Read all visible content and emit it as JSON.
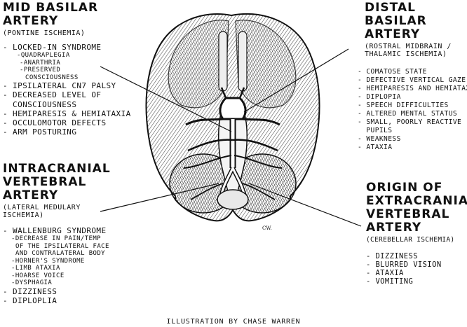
{
  "mid_basilar": {
    "title_line1": "MID BASILAR",
    "title_line2": "ARTERY",
    "subtitle": "(PONTINE ISCHEMIA)",
    "items": [
      "- LOCKED-IN SYNDROME",
      "-QUADRAPLEGIA",
      "-ANARTHRIA",
      "-PRESERVED",
      "CONSCIOUSNESS",
      "- IPSILATERAL CN7 PALSY",
      "- DECREASED LEVEL OF",
      "  CONSCIOUSNESS",
      "- HEMIPARESIS & HEMIATAXIA",
      "- OCCULOMOTOR DEFECTS",
      "- ARM POSTURING"
    ]
  },
  "distal_basilar": {
    "title_line1": "DISTAL BASILAR",
    "title_line2": "ARTERY",
    "subtitle_line1": "(ROSTRAL MIDBRAIN /",
    "subtitle_line2": "THALAMIC ISCHEMIA)",
    "items": [
      "- COMATOSE STATE",
      "- DEFECTIVE VERTICAL GAZE",
      "- HEMIPARESIS AND HEMIATAXIA",
      "- DIPLOPIA",
      "- SPEECH DIFFICULTIES",
      "- ALTERED MENTAL STATUS",
      "- SMALL, POORLY REACTIVE",
      "  PUPILS",
      "- WEAKNESS",
      "- ATAXIA"
    ]
  },
  "intracranial_vertebral": {
    "title_line1": "INTRACRANIAL",
    "title_line2": "VERTEBRAL",
    "title_line3": "ARTERY",
    "subtitle_line1": "(LATERAL MEDULARY",
    "subtitle_line2": "ISCHEMIA)",
    "items": [
      "- WALLENBURG SYNDROME",
      "-DECREASE IN PAIN/TEMP",
      "OF THE IPSILATERAL FACE",
      "AND CONTRALATERAL BODY",
      "-HORNER'S SYNDROME",
      "-LIMB ATAXIA",
      "-HOARSE VOICE",
      "-DYSPHAGIA",
      "- DIZZINESS",
      "- DIPLOPLIA"
    ]
  },
  "extracranial_vertebral": {
    "title_line1": "ORIGIN OF",
    "title_line2": "EXTRACRANIAL",
    "title_line3": "VERTEBRAL",
    "title_line4": "ARTERY",
    "subtitle": "(CEREBELLAR ISCHEMIA)",
    "items": [
      "- DIZZINESS",
      "- BLURRED VISION",
      "- ATAXIA",
      "- VOMITING"
    ]
  },
  "signature": "CW.",
  "credit": "ILLUSTRATION BY CHASE WARREN"
}
